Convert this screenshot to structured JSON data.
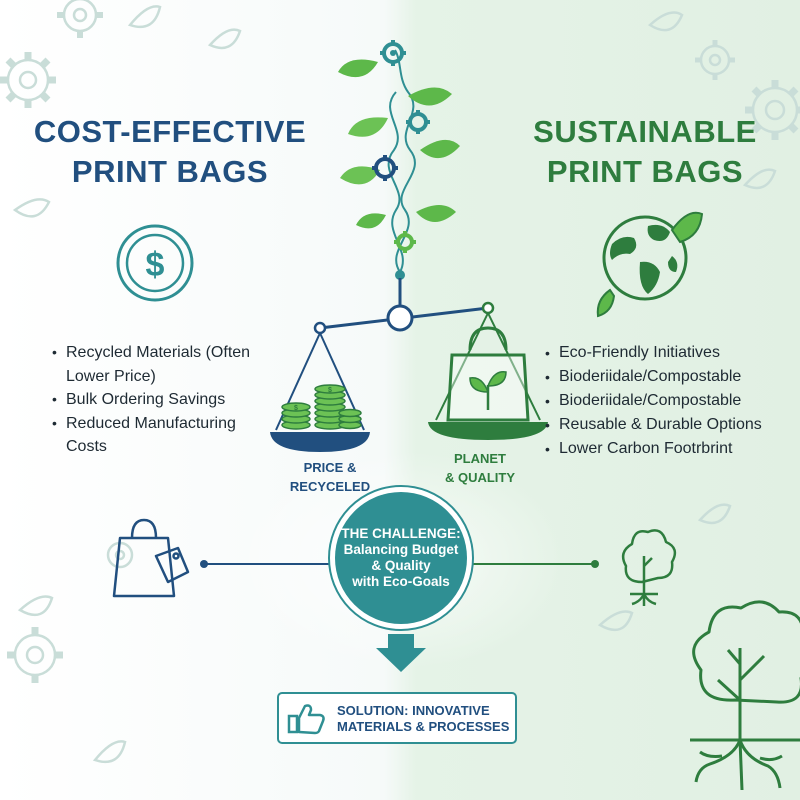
{
  "colors": {
    "navy": "#214f7f",
    "green": "#2e7d3e",
    "teal": "#2f8f93",
    "leaf": "#5db84a",
    "bg_left": "#ffffff",
    "bg_right": "#e3f2e5"
  },
  "left": {
    "title_line1": "COST-EFFECTIVE",
    "title_line2": "PRINT BAGS",
    "icon": "dollar-coin-icon",
    "bullets": [
      "Recycled Materials (Often Lower Price)",
      "Bulk Ordering Savings",
      "Reduced Manufacturing Costs"
    ],
    "pan_label_line1": "PRICE &",
    "pan_label_line2": "RECYCELED"
  },
  "right": {
    "title_line1": "SUSTAINABLE",
    "title_line2": "PRINT BAGS",
    "icon": "earth-leaf-icon",
    "bullets": [
      "Eco-Friendly Initiatives",
      "Bioderiidale/Compostable",
      "Bioderiidale/Compostable",
      "Reusable & Durable Options",
      "Lower Carbon Footrbrint"
    ],
    "pan_label_line1": "PLANET",
    "pan_label_line2": "& QUALITY"
  },
  "center": {
    "challenge_line1": "THE CHALLENGE:",
    "challenge_line2": "Balancing Budget",
    "challenge_line3": "& Quality",
    "challenge_line4": "with Eco-Goals",
    "solution_line1": "SOLUTION: INNOVATIVE",
    "solution_line2": "MATERIALS & PROCESSES"
  },
  "icons": {
    "left_side": "shopping-bag-tag-icon",
    "right_side": "sapling-tree-icon",
    "corner": "large-tree-roots-icon",
    "scale": "balance-scale-icon",
    "vine": "vine-gears-icon",
    "solution": "thumbs-up-icon"
  }
}
